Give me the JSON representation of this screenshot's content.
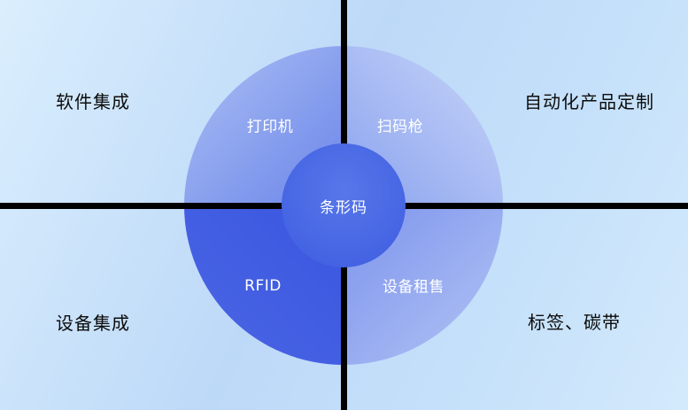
{
  "diagram": {
    "center": {
      "label": "条形码"
    },
    "quadrants": {
      "top_left": "打印机",
      "top_right": "扫码枪",
      "bottom_left": "RFID",
      "bottom_right": "设备租售"
    },
    "corners": {
      "top_left": "软件集成",
      "top_right": "自动化产品定制",
      "bottom_left": "设备集成",
      "bottom_right": "标签、碳带"
    },
    "colors": {
      "background_light": "#daeefd",
      "background_deep": "#bdd9f8",
      "segment_top_left": "#7d95ec",
      "segment_top_right": "#a9bef3",
      "segment_bottom_left": "#3e5ae1",
      "segment_bottom_right": "#8ba1ee",
      "center_circle": "#4b6ae5",
      "divider": "#000000",
      "circle_text": "#ffffff",
      "corner_text": "#0c0c0c"
    }
  }
}
